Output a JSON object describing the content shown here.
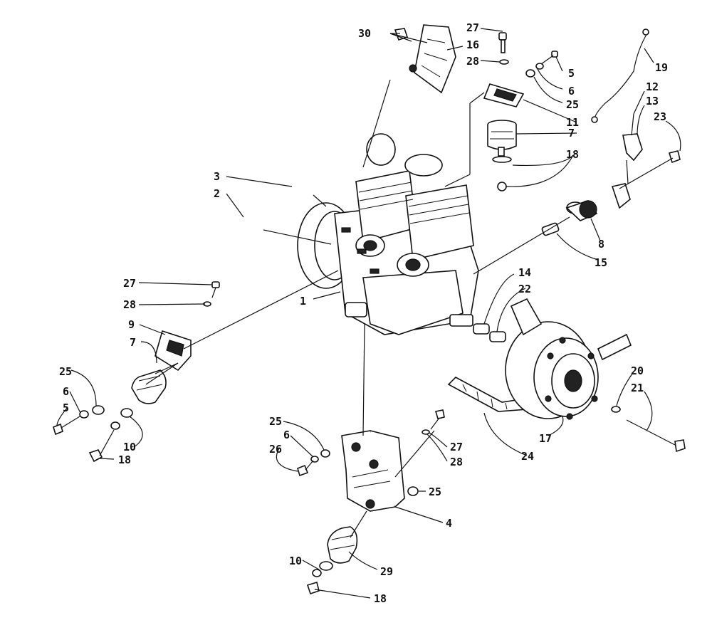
{
  "diagram": {
    "callouts": [
      "30",
      "16",
      "27",
      "28",
      "5",
      "6",
      "25",
      "11",
      "7",
      "18",
      "19",
      "12",
      "13",
      "23",
      "3",
      "2",
      "8",
      "15",
      "1",
      "27",
      "28",
      "9",
      "7",
      "14",
      "22",
      "25",
      "6",
      "5",
      "10",
      "18",
      "20",
      "21",
      "17",
      "24",
      "25",
      "6",
      "26",
      "27",
      "28",
      "25",
      "4",
      "10",
      "29",
      "18"
    ]
  }
}
